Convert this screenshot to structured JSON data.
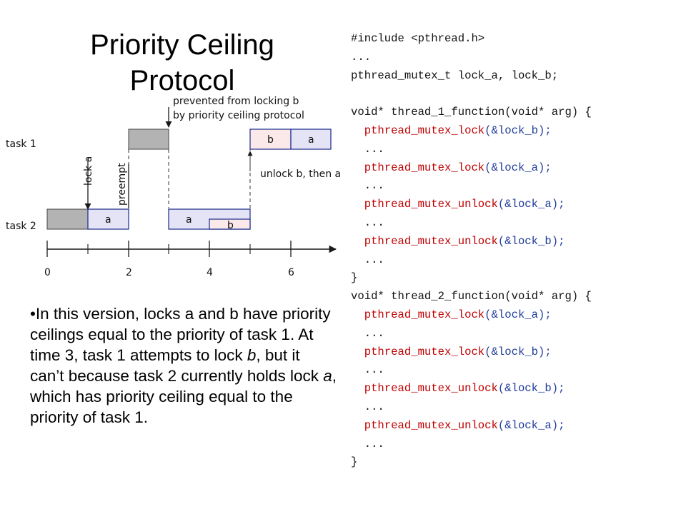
{
  "title": {
    "line1": "Priority Ceiling",
    "line2": "Protocol"
  },
  "diagram": {
    "task1_label": "task 1",
    "task2_label": "task 2",
    "annot_prevented_line1": "prevented from locking  b",
    "annot_prevented_line2": "by priority ceiling protocol",
    "annot_lock_a": "lock a",
    "annot_preempt": "preempt",
    "annot_unlock": "unlock b, then a",
    "block_a1": "a",
    "block_a2": "a",
    "block_b_t2": "b",
    "block_b_t1": "b",
    "block_a_t1": "a",
    "ticks": [
      "0",
      "2",
      "4",
      "6"
    ],
    "colors": {
      "gray": "#b3b3b3",
      "lavender": "#e4e4f6",
      "pink": "#fbe9ea",
      "border": "#1a2a8a"
    }
  },
  "code": {
    "lines": [
      {
        "plain": "#include <pthread.h>"
      },
      {
        "plain": "..."
      },
      {
        "plain": "pthread_mutex_t lock_a, lock_b;"
      },
      {
        "plain": ""
      },
      {
        "plain": "void* thread_1_function(void* arg) {"
      },
      {
        "indent": "  ",
        "fn": "pthread_mutex_lock",
        "arg": "(&lock_b);"
      },
      {
        "plain": "  ..."
      },
      {
        "indent": "  ",
        "fn": "pthread_mutex_lock",
        "arg": "(&lock_a);"
      },
      {
        "plain": "  ..."
      },
      {
        "indent": "  ",
        "fn": "pthread_mutex_unlock",
        "arg": "(&lock_a);"
      },
      {
        "plain": "  ..."
      },
      {
        "indent": "  ",
        "fn": "pthread_mutex_unlock",
        "arg": "(&lock_b);"
      },
      {
        "plain": "  ..."
      },
      {
        "plain": "}"
      },
      {
        "plain": "void* thread_2_function(void* arg) {"
      },
      {
        "indent": "  ",
        "fn": "pthread_mutex_lock",
        "arg": "(&lock_a);"
      },
      {
        "plain": "  ..."
      },
      {
        "indent": "  ",
        "fn": "pthread_mutex_lock",
        "arg": "(&lock_b);"
      },
      {
        "plain": "  ..."
      },
      {
        "indent": "  ",
        "fn": "pthread_mutex_unlock",
        "arg": "(&lock_b);"
      },
      {
        "plain": "  ..."
      },
      {
        "indent": "  ",
        "fn": "pthread_mutex_unlock",
        "arg": "(&lock_a);"
      },
      {
        "plain": "  ..."
      },
      {
        "plain": "}"
      }
    ]
  },
  "bullet": {
    "marker": "•",
    "p1": "In this version, locks a and b have priority ceilings equal to the priority of task 1. At time 3, task 1 attempts to lock ",
    "b": "b",
    "p2": ", but it can’t because task 2 currently holds lock ",
    "a": "a",
    "p3": ", which has priority ceiling equal to the priority of task 1."
  }
}
